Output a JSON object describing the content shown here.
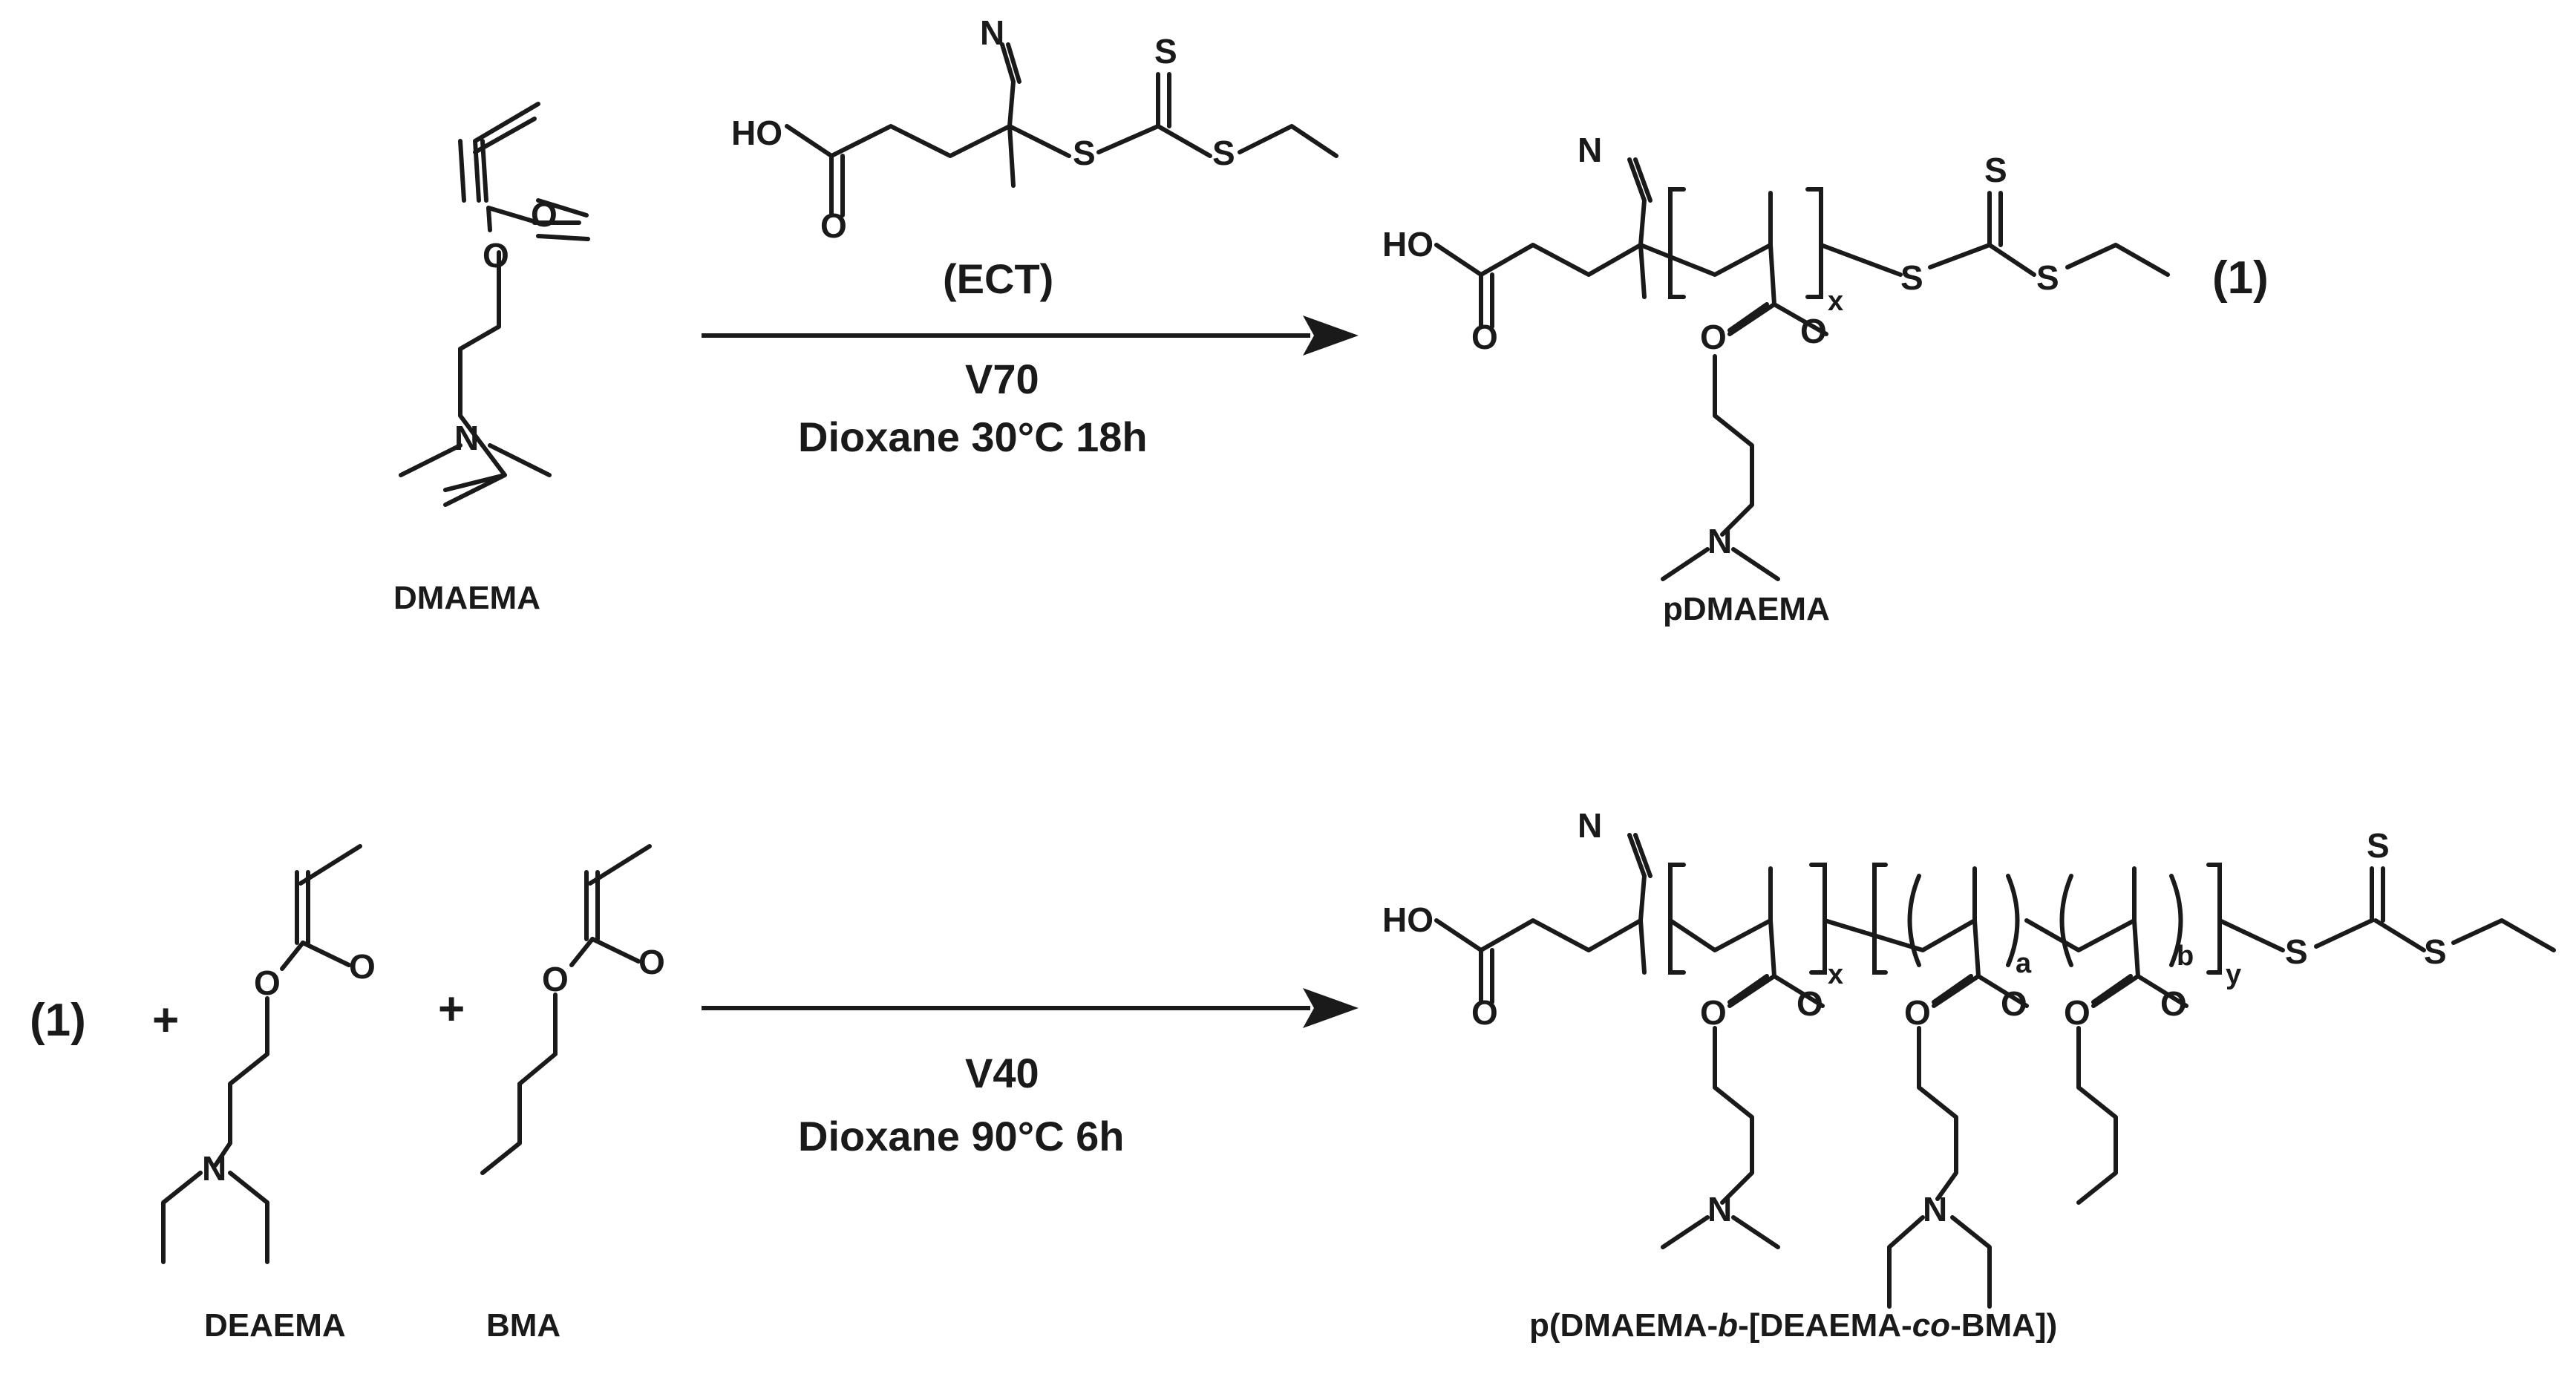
{
  "scheme": {
    "reaction1": {
      "monomer_name": "DMAEMA",
      "cta_name": "(ECT)",
      "initiator": "V70",
      "conditions": "Dioxane 30°C 18h",
      "product_name": "pDMAEMA",
      "product_label": "(1)",
      "subscript_x": "x"
    },
    "reaction2": {
      "macro_cta_label": "(1)",
      "plus": "+",
      "monomer1_name": "DEAEMA",
      "monomer2_name": "BMA",
      "initiator": "V40",
      "conditions": "Dioxane 90°C 6h",
      "product_name_prefix": "p(DMAEMA-",
      "product_name_b": "b",
      "product_name_mid": "-[DEAEMA-",
      "product_name_co": "co",
      "product_name_suffix": "-BMA])",
      "subscript_x": "x",
      "subscript_a": "a",
      "subscript_b": "b",
      "subscript_y": "y"
    },
    "atoms": {
      "oxygen": "O",
      "nitrogen": "N",
      "sulfur": "S",
      "hydroxyl": "HO"
    }
  }
}
